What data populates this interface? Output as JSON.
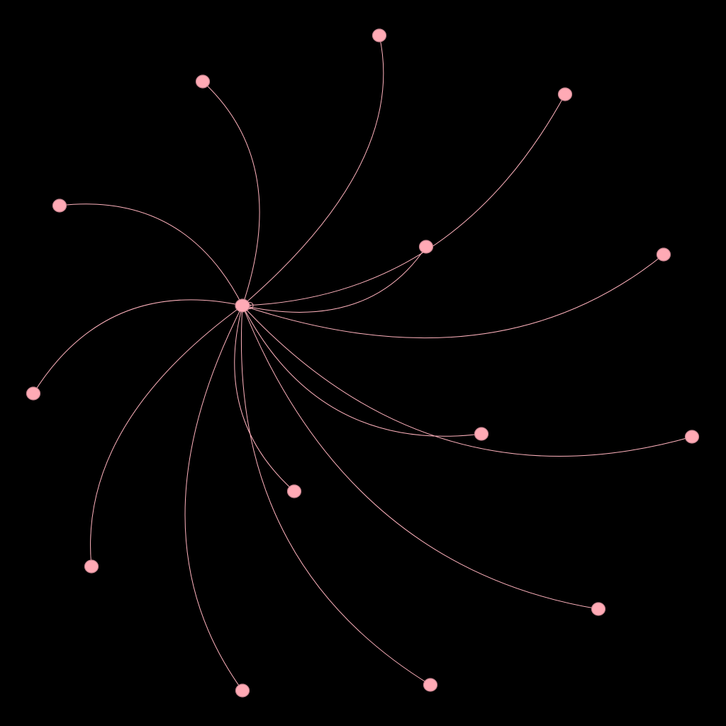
{
  "graph": {
    "type": "radial-network",
    "background": "#000000",
    "colors": {
      "node_fill": "#ffaab5",
      "node_stroke": "#c98590",
      "edge": "#ffb2bd"
    },
    "hub": "hub",
    "nodes": [
      "hub",
      "n1",
      "n2",
      "n3",
      "n4",
      "n5",
      "n6",
      "n7",
      "n8",
      "n9",
      "n10",
      "n11",
      "n12",
      "n13",
      "n14",
      "n15"
    ],
    "edges": [
      [
        "hub",
        "n1"
      ],
      [
        "hub",
        "n2"
      ],
      [
        "hub",
        "n3"
      ],
      [
        "hub",
        "n4"
      ],
      [
        "hub",
        "n5"
      ],
      [
        "hub",
        "n6"
      ],
      [
        "hub",
        "n7"
      ],
      [
        "hub",
        "n8"
      ],
      [
        "hub",
        "n9"
      ],
      [
        "hub",
        "n10"
      ],
      [
        "hub",
        "n11"
      ],
      [
        "hub",
        "n12"
      ],
      [
        "hub",
        "n13"
      ],
      [
        "hub",
        "n14"
      ],
      [
        "hub",
        "n15"
      ],
      [
        "hub",
        "hub"
      ]
    ]
  }
}
